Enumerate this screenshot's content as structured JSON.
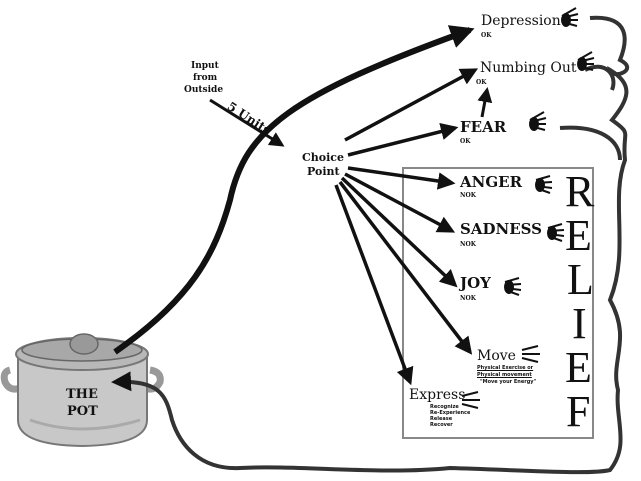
{
  "pot": {
    "line1": "THE",
    "line2": "POT"
  },
  "input": {
    "line1": "Input",
    "line2": "from",
    "line3": "Outside",
    "units": "5 Units"
  },
  "choice": {
    "line1": "Choice",
    "line2": "Point"
  },
  "outputs": {
    "depression": {
      "label": "Depression",
      "status": "OK"
    },
    "numbing": {
      "label": "Numbing Out",
      "status": "OK"
    },
    "fear": {
      "label": "FEAR",
      "status": "OK"
    },
    "anger": {
      "label": "ANGER",
      "status": "NOK"
    },
    "sadness": {
      "label": "SADNESS",
      "status": "NOK"
    },
    "joy": {
      "label": "JOY",
      "status": "NOK"
    },
    "move": {
      "label": "Move",
      "sub1": "Physical Exercise or",
      "sub2": "Physical movement",
      "sub3": "\"Move your Energy\""
    },
    "express": {
      "label": "Express",
      "sub1": "Recognize",
      "sub2": "Re-Experience",
      "sub3": "Release",
      "sub4": "Recover"
    }
  },
  "relief": [
    "R",
    "E",
    "L",
    "I",
    "E",
    "F"
  ]
}
